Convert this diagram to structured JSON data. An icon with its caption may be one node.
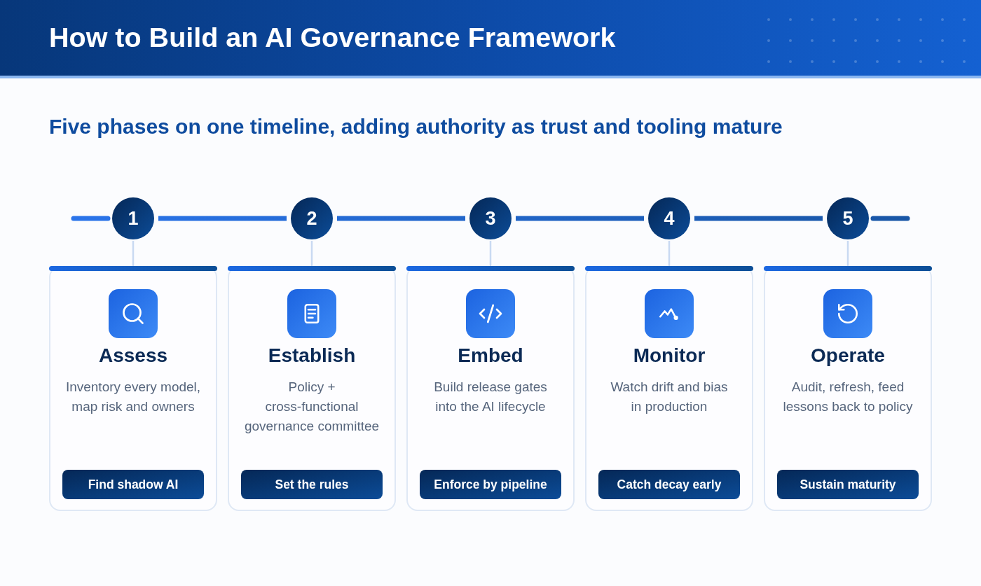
{
  "diagram": {
    "title": "How to Build an AI Governance Framework",
    "nodes": [
      {
        "text": [
          "1"
        ]
      },
      {
        "text": [
          "2"
        ]
      },
      {
        "text": [
          "3"
        ]
      },
      {
        "text": [
          "4"
        ]
      },
      {
        "text": [
          "5"
        ]
      },
      {
        "text": [
          "Assess",
          "Inventory every model, map risk and owners"
        ]
      },
      {
        "text": [
          "Find shadow AI"
        ],
        "in": 5
      },
      {
        "text": [
          "Establish",
          "Policy + cross-functional governance committee"
        ]
      },
      {
        "text": [
          "Set the rules"
        ],
        "in": 7
      },
      {
        "text": [
          "Embed",
          "Build release gates into the AI lifecycle"
        ]
      },
      {
        "text": [
          "Enforce by pipeline"
        ],
        "in": 9
      },
      {
        "text": [
          "Monitor",
          "Watch drift and bias in production"
        ]
      },
      {
        "text": [
          "Catch decay early"
        ],
        "in": 11
      },
      {
        "text": [
          "Operate",
          "Audit, refresh, feed lessons back to policy"
        ]
      },
      {
        "text": [
          "Sustain maturity"
        ],
        "in": 13
      }
    ],
    "edges": [
      {
        "from": null,
        "to": 0,
        "arrow": "none",
        "style": "thick"
      },
      {
        "from": 0,
        "to": 1,
        "arrow": "none",
        "style": "thick"
      },
      {
        "from": 1,
        "to": 2,
        "arrow": "none",
        "style": "thick"
      },
      {
        "from": 2,
        "to": 3,
        "arrow": "none",
        "style": "thick"
      },
      {
        "from": 3,
        "to": 4,
        "arrow": "none",
        "style": "thick"
      },
      {
        "from": 4,
        "to": null,
        "arrow": "none",
        "style": "thick"
      },
      {
        "from": 0,
        "to": 5,
        "arrow": "none",
        "color": "#c9daf2"
      },
      {
        "from": 1,
        "to": 7,
        "arrow": "none",
        "color": "#c9daf2"
      },
      {
        "from": 2,
        "to": 9,
        "arrow": "none",
        "color": "#c9daf2"
      },
      {
        "from": 3,
        "to": 11,
        "arrow": "none",
        "color": "#c9daf2"
      },
      {
        "from": 4,
        "to": 13,
        "arrow": "none",
        "color": "#c9daf2"
      }
    ],
    "labels": [
      "Five phases on one timeline, adding authority as trust and tooling mature"
    ]
  }
}
